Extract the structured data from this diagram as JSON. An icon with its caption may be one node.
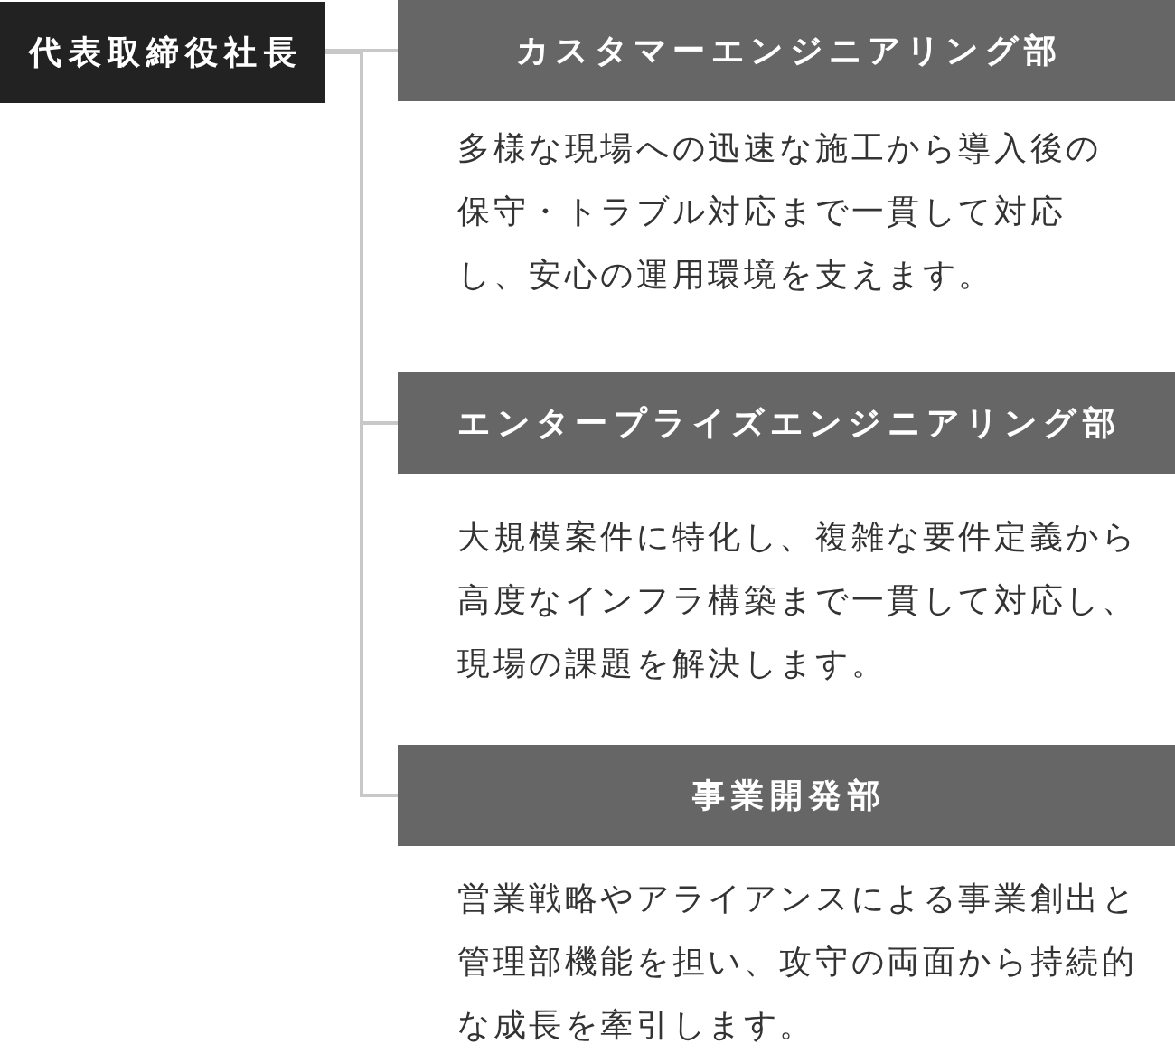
{
  "diagram": {
    "nodes": [
      {
        "text": [
          "代表取締役社長"
        ]
      },
      {
        "text": [
          "カスタマーエンジニアリング部"
        ],
        "beside": [
          "多様な現場への迅速な施工から導入後の保守・トラブル対応まで一貫して対応し、安心の運用環境を支えます。"
        ]
      },
      {
        "text": [
          "エンタープライズエンジニアリング部"
        ],
        "beside": [
          "大規模案件に特化し、複雑な要件定義から高度なインフラ構築まで一貫して対応し、現場の課題を解決します。"
        ]
      },
      {
        "text": [
          "事業開発部"
        ],
        "beside": [
          "営業戦略やアライアンスによる事業創出と管理部機能を担い、攻守の両面から持続的な成長を牽引します。"
        ]
      }
    ],
    "edges": [
      {
        "from": 0,
        "to": 1,
        "arrow": "none"
      },
      {
        "from": 0,
        "to": 2,
        "arrow": "none"
      },
      {
        "from": 0,
        "to": 3,
        "arrow": "none"
      }
    ]
  }
}
